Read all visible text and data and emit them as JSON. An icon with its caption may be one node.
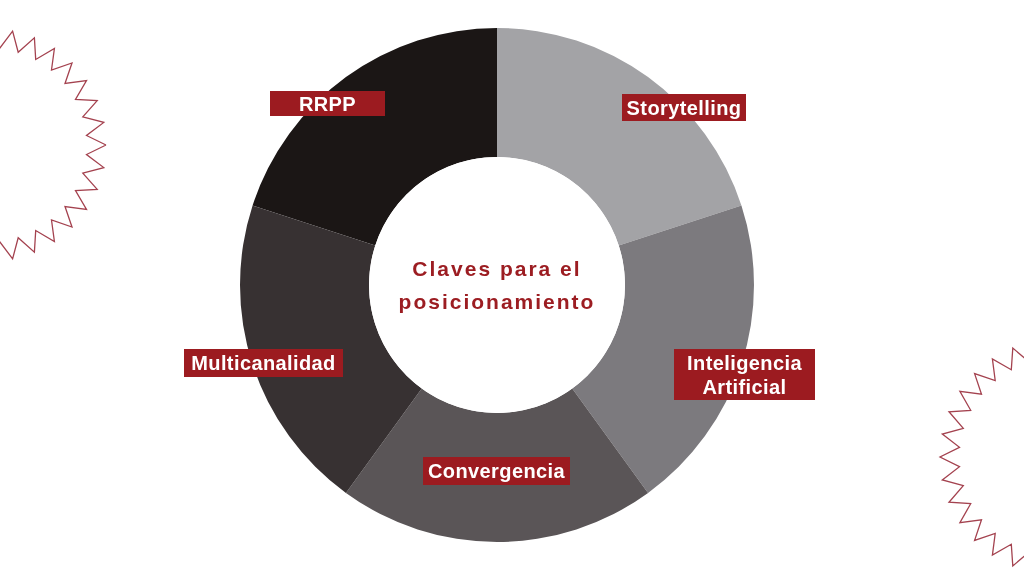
{
  "diagram": {
    "nodes": [
      {
        "text": [
          "Claves para el posicionamiento"
        ]
      },
      {
        "text": [
          "RRPP"
        ]
      },
      {
        "text": [
          "Storytelling"
        ]
      },
      {
        "text": [
          "Inteligencia Artificial"
        ]
      },
      {
        "text": [
          "Convergencia"
        ]
      },
      {
        "text": [
          "Multicanalidad"
        ]
      },
      {
        "text": [],
        "shape": "zigzag"
      },
      {
        "text": [],
        "shape": "zigzag"
      }
    ]
  }
}
